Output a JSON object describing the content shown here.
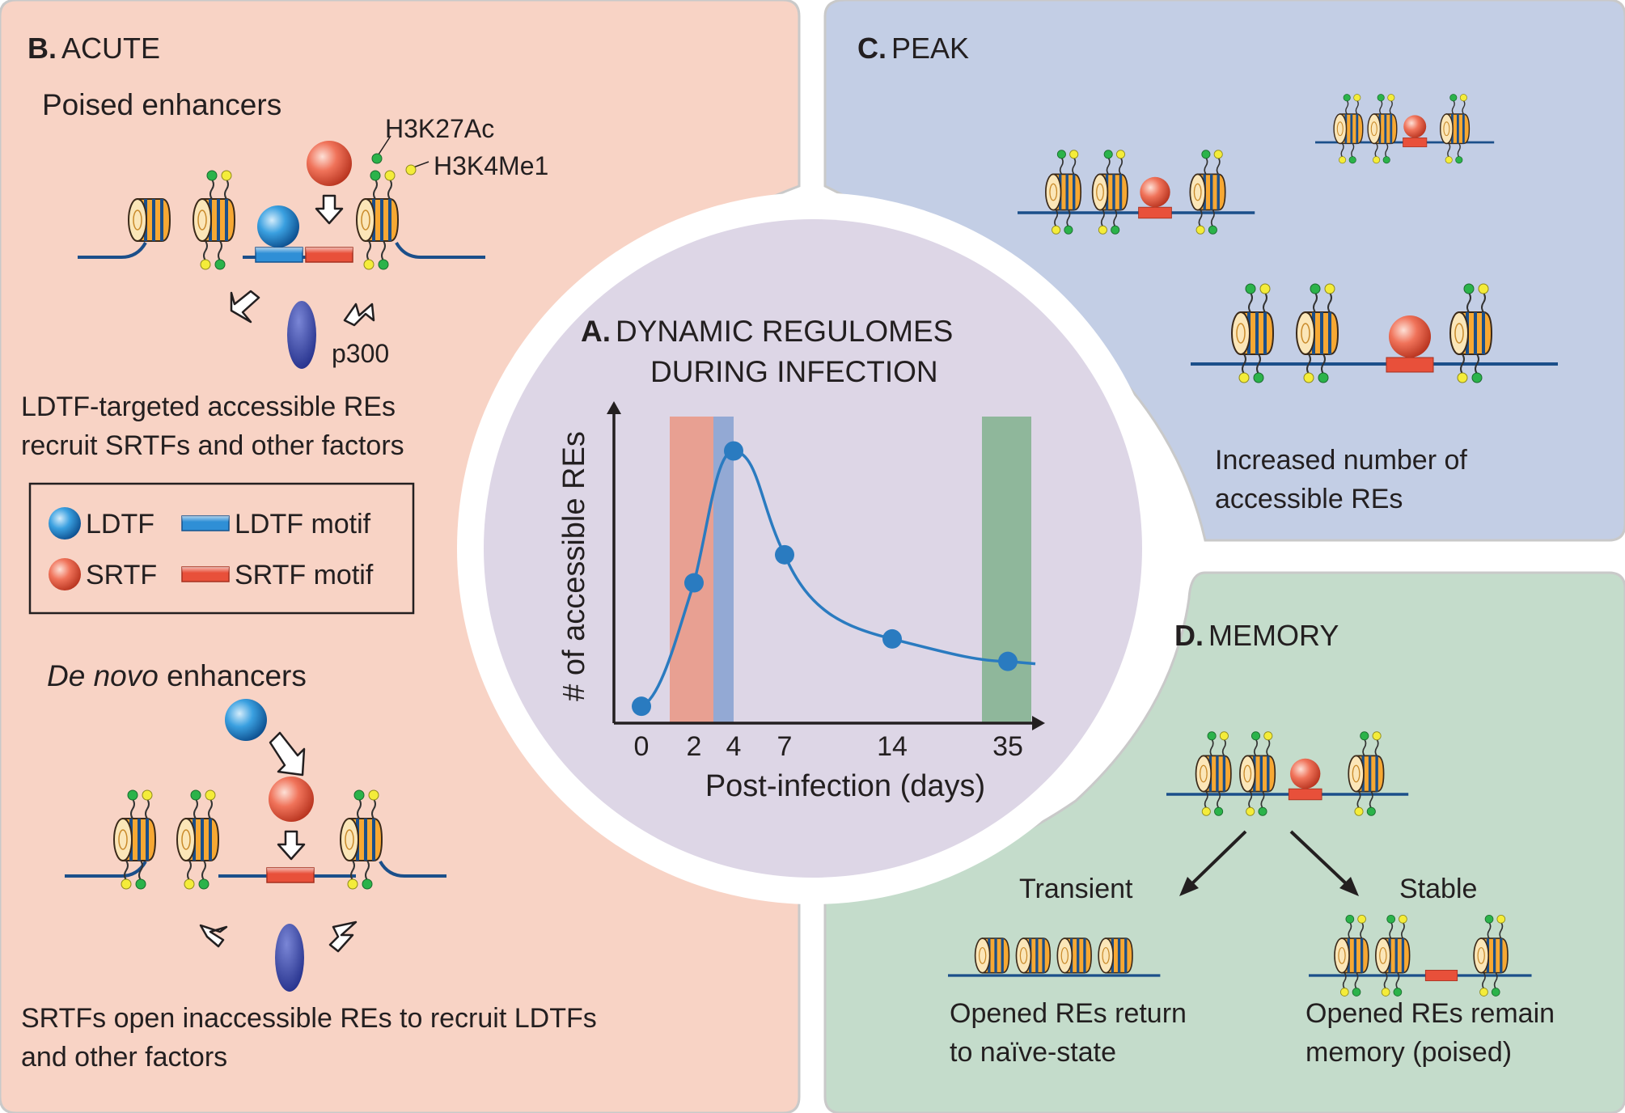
{
  "panel_b": {
    "letter": "B.",
    "title": "ACUTE",
    "poised_title": "Poised enhancers",
    "mark_ac": "H3K27Ac",
    "mark_me": "H3K4Me1",
    "p300": "p300",
    "desc_line1": "LDTF-targeted accessible REs",
    "desc_line2": "recruit SRTFs and other factors",
    "denovo_italic": "De novo",
    "denovo_rest": " enhancers",
    "denovo_desc1": "SRTFs open inaccessible REs to recruit LDTFs",
    "denovo_desc2": "and other factors"
  },
  "legend": {
    "ldtf": "LDTF",
    "ldtf_motif": "LDTF motif",
    "srtf": "SRTF",
    "srtf_motif": "SRTF motif"
  },
  "panel_a": {
    "letter": "A.",
    "title_line1": "DYNAMIC REGULOMES",
    "title_line2": "DURING INFECTION"
  },
  "panel_c": {
    "letter": "C.",
    "title": "PEAK",
    "desc_line1": "Increased number of",
    "desc_line2": "accessible REs"
  },
  "panel_d": {
    "letter": "D.",
    "title": "MEMORY",
    "transient": "Transient",
    "stable": "Stable",
    "transient_desc1": "Opened REs return",
    "transient_desc2": "to naïve-state",
    "stable_desc1": "Opened REs remain",
    "stable_desc2": "memory (poised)"
  },
  "colors": {
    "panel_b_bg": "#f8d3c5",
    "panel_c_bg": "#c3cee5",
    "panel_d_bg": "#c4dccb",
    "panel_a_bg": "#ddd6e6",
    "ldtf_blue": "#1c75bc",
    "srtf_red": "#e8503a",
    "dna": "#1b4f8a",
    "nucleosome_orange": "#f7a833",
    "band_acute": "#e8a092",
    "band_peak": "#93a9d4",
    "band_memory": "#8fb79b",
    "curve": "#2a7bc0"
  },
  "chart_data": {
    "type": "line",
    "xlabel": "Post-infection (days)",
    "ylabel": "# of accessible REs",
    "x_ticks": [
      "0",
      "2",
      "4",
      "7",
      "14",
      "35"
    ],
    "points": [
      {
        "x": "0",
        "y": 0.06
      },
      {
        "x": "2",
        "y": 0.5
      },
      {
        "x": "4",
        "y": 0.97
      },
      {
        "x": "7",
        "y": 0.6
      },
      {
        "x": "14",
        "y": 0.3
      },
      {
        "x": "35",
        "y": 0.22
      }
    ],
    "shaded_periods": [
      {
        "name": "acute",
        "from": "1",
        "to": "2.4"
      },
      {
        "name": "peak",
        "from": "2.4",
        "to": "4"
      },
      {
        "name": "memory",
        "from": "30",
        "to": "35+"
      }
    ]
  }
}
